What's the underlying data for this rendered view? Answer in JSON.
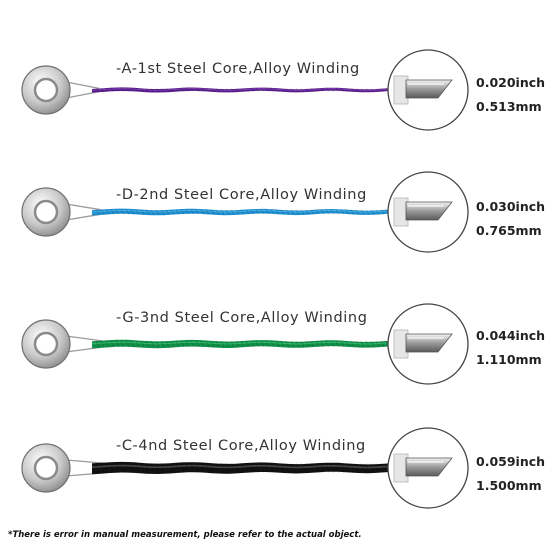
{
  "strings": [
    {
      "label": "-A-1st Steel Core,Alloy Winding",
      "gauge_inch": "0.020inch",
      "gauge_mm": "0.513mm",
      "color": "#5a1e8c",
      "highlight": "#8a4cc0",
      "thickness": 3.2
    },
    {
      "label": "-D-2nd Steel Core,Alloy Winding",
      "gauge_inch": "0.030inch",
      "gauge_mm": "0.765mm",
      "color": "#1e8fd0",
      "highlight": "#5ec0f0",
      "thickness": 4.6
    },
    {
      "label": "-G-3nd Steel Core,Alloy Winding",
      "gauge_inch": "0.044inch",
      "gauge_mm": "1.110mm",
      "color": "#109048",
      "highlight": "#3ec078",
      "thickness": 6.2
    },
    {
      "label": "-C-4nd Steel Core,Alloy Winding",
      "gauge_inch": "0.059inch",
      "gauge_mm": "1.500mm",
      "color": "#111111",
      "highlight": "#555555",
      "thickness": 9.5
    }
  ],
  "footnote": "*There is error in manual measurement, please refer to the actual object."
}
